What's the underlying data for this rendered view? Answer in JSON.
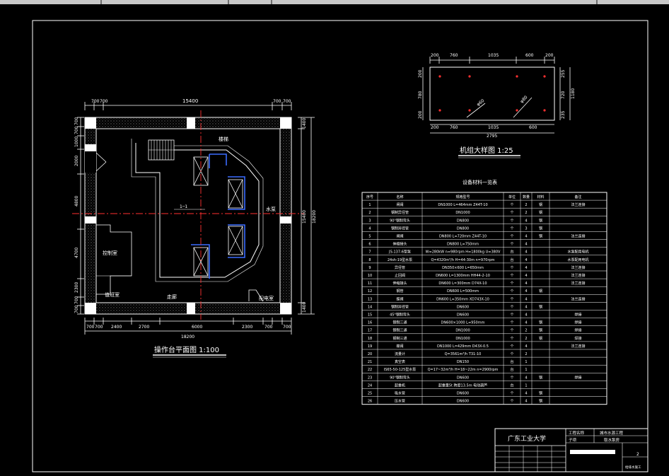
{
  "plan": {
    "title": "操作台平面图 1:100",
    "top_dims": [
      "700",
      "700",
      "15400",
      "700",
      "700"
    ],
    "bottom_dims": [
      "700",
      "700",
      "2400",
      "2700",
      "6000",
      "2300",
      "700",
      "700"
    ],
    "overall_width": "18200",
    "left_dims": [
      "700",
      "700",
      "1000",
      "2000",
      "4800",
      "4700",
      "2300",
      "700",
      "700"
    ],
    "right_dims": [
      "1400",
      "15400",
      "1400"
    ],
    "overall_height": "18200",
    "rooms": {
      "control_room": "控制室",
      "duty_room": "值班室",
      "pump_room": "水泵",
      "corridor": "走廊",
      "stair_label": "楼梯",
      "lower_right": "配电室",
      "riser_label": "1─1"
    }
  },
  "unit": {
    "title": "机组大样图 1:25",
    "top_dims": [
      "200",
      "760",
      "1035",
      "600",
      "200"
    ],
    "bottom_dims": [
      "200",
      "760",
      "1035",
      "600"
    ],
    "overall": "2795",
    "left_dims": [
      "200",
      "780",
      "200"
    ],
    "right_dims": [
      "255",
      "720",
      "235"
    ],
    "right_total": "1180",
    "diag1": "φ60",
    "diag2": "φ80"
  },
  "bom": {
    "title": "设备材料一览表",
    "headers": [
      "序号",
      "名称",
      "规格型号",
      "单位",
      "数量",
      "材料",
      "备注"
    ],
    "rows": [
      [
        "1",
        "闸阀",
        "DN1000 L=464mm Z44T-10",
        "个",
        "2",
        "钢",
        "法兰连接"
      ],
      [
        "2",
        "钢制异径管",
        "DN1000",
        "个",
        "2",
        "钢",
        ""
      ],
      [
        "3",
        "90°钢制弯头",
        "DN800",
        "个",
        "4",
        "钢",
        ""
      ],
      [
        "4",
        "钢制异径管",
        "DN800",
        "个",
        "3",
        "钢",
        ""
      ],
      [
        "5",
        "闸阀",
        "DN800 L=720mm Z44T-10",
        "个",
        "4",
        "钢",
        "法兰连接"
      ],
      [
        "6",
        "伸缩接头",
        "DN800 L=750mm",
        "个",
        "4",
        "",
        ""
      ],
      [
        "7",
        "JS-137-6型泵",
        "W=280kW n=980rpm H=1800kg U=380V",
        "台",
        "4",
        "",
        "水泵配用电机"
      ],
      [
        "8",
        "24sh-19型水泵",
        "Q=4320m³/h H=44-30m n=970rpm",
        "台",
        "4",
        "",
        "水泵配用电机"
      ],
      [
        "9",
        "异径管",
        "DN350×600 L=650mm",
        "个",
        "4",
        "",
        "法兰连接"
      ],
      [
        "10",
        "止回阀",
        "DN600 L=1300mm HH44-2-10",
        "个",
        "4",
        "",
        "法兰连接"
      ],
      [
        "11",
        "伸缩接头",
        "DN600 L=300mm D74X-10",
        "个",
        "4",
        "",
        "法兰连接"
      ],
      [
        "12",
        "钢管",
        "DN600 L=500mm",
        "个",
        "4",
        "钢",
        ""
      ],
      [
        "13",
        "蝶阀",
        "DN600 L=350mm XD743X-10",
        "个",
        "4",
        "",
        "法兰连接"
      ],
      [
        "14",
        "钢制异径管",
        "DN600",
        "个",
        "4",
        "钢",
        ""
      ],
      [
        "15",
        "45°钢制弯头",
        "DN600",
        "个",
        "4",
        "",
        "焊接"
      ],
      [
        "16",
        "钢制三通",
        "DN600×1000 L=950mm",
        "个",
        "4",
        "钢",
        "焊接"
      ],
      [
        "17",
        "钢制三通",
        "DN1000",
        "个",
        "2",
        "钢",
        "焊接"
      ],
      [
        "18",
        "钢制三通",
        "DN1000",
        "个",
        "2",
        "钢",
        "焊接"
      ],
      [
        "19",
        "蝶阀",
        "DN1000 L=429mm D43X-0.5",
        "个",
        "4",
        "",
        "法兰连接"
      ],
      [
        "20",
        "流量计",
        "Q=3561m³/h T31-10",
        "个",
        "2",
        "",
        ""
      ],
      [
        "21",
        "真空表",
        "DN150",
        "台",
        "1",
        "",
        ""
      ],
      [
        "22",
        "IS65-50-125型水泵",
        "Q=17~32m³/h H=18~22m n=2900rpm",
        "台",
        "1",
        "",
        ""
      ],
      [
        "23",
        "90°钢制弯头",
        "DN600",
        "个",
        "4",
        "钢",
        "焊接"
      ],
      [
        "24",
        "起重机",
        "起重量5t 跨度13.5m 电动葫芦",
        "台",
        "1",
        "",
        ""
      ],
      [
        "25",
        "吸水管",
        "DN600",
        "个",
        "4",
        "钢",
        ""
      ],
      [
        "26",
        "压水管",
        "DN600",
        "个",
        "4",
        "钢",
        ""
      ]
    ]
  },
  "titleblock": {
    "school": "广东工业大学",
    "label_design": "工程名称",
    "label_check": "子项",
    "project": "城市水源工程",
    "subitem": "取水泵房",
    "drawing_no": "2",
    "sheet": "给排水施工"
  }
}
